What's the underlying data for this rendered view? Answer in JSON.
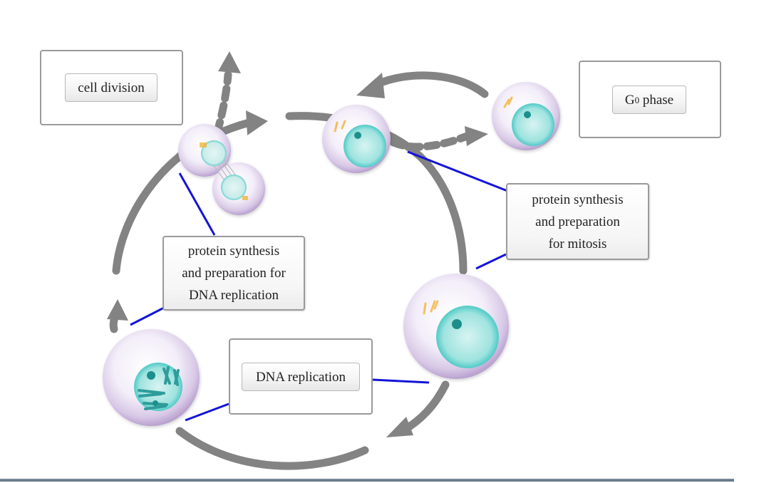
{
  "labels": {
    "cell_division": "cell division",
    "g0_phase_prefix": "G",
    "g0_phase_sub": "0",
    "g0_phase_suffix": " phase",
    "protein_synthesis_mitosis": "protein synthesis\nand preparation\nfor mitosis",
    "protein_synthesis_dna": "protein synthesis\nand preparation for\nDNA replication",
    "dna_replication": "DNA replication"
  },
  "colors": {
    "arrow": "#838383",
    "connector": "#1414d8",
    "cell_membrane": "#c9b6dc",
    "nucleus": "#3cc7c4"
  }
}
